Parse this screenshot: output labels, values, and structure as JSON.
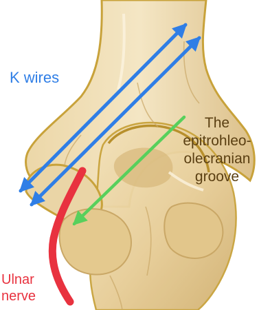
{
  "labels": {
    "k_wires": "K wires",
    "groove_lines": [
      "The",
      "epitrohleo-",
      "olecranian",
      "groove"
    ],
    "ulnar_nerve_lines": [
      "Ulnar",
      "nerve"
    ]
  },
  "colors": {
    "k_wires": "#2f7ee6",
    "groove_label": "#5a3f12",
    "groove_arrow": "#58d05c",
    "ulnar_nerve": "#e8323f",
    "bone_fill": "#ead5a6",
    "bone_shade": "#c9a766",
    "bone_outline": "#c8a23a"
  },
  "icons": {
    "k_wire_arrows": "double-headed-arrow-icon",
    "groove_arrow": "arrow-icon"
  }
}
